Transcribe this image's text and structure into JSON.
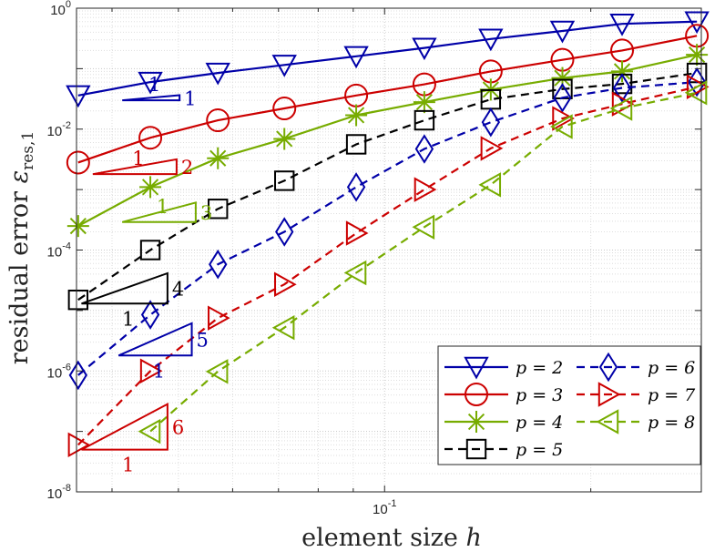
{
  "chart_data": {
    "type": "line",
    "xlabel_text": "element size ",
    "xlabel_var": "h",
    "ylabel_text": "residual error ",
    "ylabel_var": "ε",
    "ylabel_sub": "res,1",
    "xscale": "log",
    "yscale": "log",
    "xlim": [
      0.0355,
      0.29
    ],
    "ylim": [
      1e-08,
      1
    ],
    "grid": true,
    "legend_position": "bottom-right",
    "x_tick_labels": [
      {
        "value": 0.1,
        "base": "10",
        "exp": "-1"
      }
    ],
    "y_tick_labels": [
      {
        "value": 1,
        "base": "10",
        "exp": "0"
      },
      {
        "value": 0.01,
        "base": "10",
        "exp": "-2"
      },
      {
        "value": 0.0001,
        "base": "10",
        "exp": "-4"
      },
      {
        "value": 1e-06,
        "base": "10",
        "exp": "-6"
      },
      {
        "value": 1e-08,
        "base": "10",
        "exp": "-8"
      }
    ],
    "series": [
      {
        "name": "p = 2",
        "color": "#0000a8",
        "dash": "solid",
        "marker": "triangle-down",
        "x": [
          0.0357,
          0.0455,
          0.0571,
          0.0714,
          0.0909,
          0.1143,
          0.1429,
          0.1818,
          0.2222,
          0.2857
        ],
        "y": [
          0.036,
          0.06,
          0.085,
          0.115,
          0.16,
          0.22,
          0.31,
          0.42,
          0.55,
          0.6
        ]
      },
      {
        "name": "p = 3",
        "color": "#cc0000",
        "dash": "solid",
        "marker": "circle",
        "x": [
          0.0357,
          0.0455,
          0.0571,
          0.0714,
          0.0909,
          0.1143,
          0.1429,
          0.1818,
          0.2222,
          0.2857
        ],
        "y": [
          0.0028,
          0.0072,
          0.014,
          0.022,
          0.036,
          0.055,
          0.09,
          0.14,
          0.2,
          0.35
        ]
      },
      {
        "name": "p = 4",
        "color": "#77ac00",
        "dash": "solid",
        "marker": "asterisk",
        "x": [
          0.0357,
          0.0455,
          0.0571,
          0.0714,
          0.0909,
          0.1143,
          0.1429,
          0.1818,
          0.2222,
          0.2857
        ],
        "y": [
          0.00025,
          0.0011,
          0.0033,
          0.0069,
          0.017,
          0.028,
          0.045,
          0.07,
          0.09,
          0.17
        ]
      },
      {
        "name": "p = 5",
        "color": "#000000",
        "dash": "dashed",
        "marker": "square",
        "x": [
          0.0357,
          0.0455,
          0.0571,
          0.0714,
          0.0909,
          0.1143,
          0.1429,
          0.1818,
          0.2222,
          0.2857
        ],
        "y": [
          1.5e-05,
          0.0001,
          0.00048,
          0.0014,
          0.0056,
          0.014,
          0.031,
          0.046,
          0.056,
          0.085
        ]
      },
      {
        "name": "p = 6",
        "color": "#0000a8",
        "dash": "dashed",
        "marker": "diamond",
        "x": [
          0.0357,
          0.0455,
          0.0571,
          0.0714,
          0.0909,
          0.1143,
          0.1429,
          0.1818,
          0.2222,
          0.2857
        ],
        "y": [
          8.5e-07,
          8.5e-06,
          5.8e-05,
          0.0002,
          0.0011,
          0.0047,
          0.013,
          0.033,
          0.048,
          0.06
        ]
      },
      {
        "name": "p = 7",
        "color": "#cc0000",
        "dash": "dashed",
        "marker": "triangle-right",
        "x": [
          0.0357,
          0.0455,
          0.0571,
          0.0714,
          0.0909,
          0.1143,
          0.1429,
          0.1818,
          0.2222,
          0.2857
        ],
        "y": [
          6e-08,
          1e-06,
          7.5e-06,
          2.7e-05,
          0.00019,
          0.001,
          0.0048,
          0.015,
          0.026,
          0.05
        ]
      },
      {
        "name": "p = 8",
        "color": "#77ac00",
        "dash": "dashed",
        "marker": "triangle-left",
        "x": [
          0.0455,
          0.0571,
          0.0714,
          0.0909,
          0.1143,
          0.1429,
          0.1818,
          0.2222,
          0.2857
        ],
        "y": [
          1e-07,
          9.8e-07,
          5.2e-06,
          4.2e-05,
          0.00024,
          0.0012,
          0.011,
          0.022,
          0.04
        ]
      }
    ],
    "slope_triangles": [
      {
        "series": "p = 2",
        "color": "#0000a8",
        "run_label": "1",
        "rise_label": "1",
        "x0": 0.0414,
        "x1": 0.0502,
        "y_bottom": 0.03
      },
      {
        "series": "p = 3",
        "color": "#cc0000",
        "run_label": "1",
        "rise_label": "2",
        "x0": 0.0375,
        "x1": 0.0497,
        "y_bottom": 0.0018
      },
      {
        "series": "p = 4",
        "color": "#77ac00",
        "run_label": "1",
        "rise_label": "3",
        "x0": 0.0414,
        "x1": 0.053,
        "y_bottom": 0.00029
      },
      {
        "series": "p = 5",
        "color": "#000000",
        "run_label": "1",
        "rise_label": "4",
        "x0": 0.0361,
        "x1": 0.0482,
        "y_bottom": 1.3e-05
      },
      {
        "series": "p = 6",
        "color": "#0000a8",
        "run_label": "1",
        "rise_label": "5",
        "x0": 0.0409,
        "x1": 0.0523,
        "y_bottom": 1.8e-06
      },
      {
        "series": "p = 7",
        "color": "#cc0000",
        "run_label": "1",
        "rise_label": "6",
        "x0": 0.0361,
        "x1": 0.0482,
        "y_bottom": 5e-08
      }
    ]
  }
}
